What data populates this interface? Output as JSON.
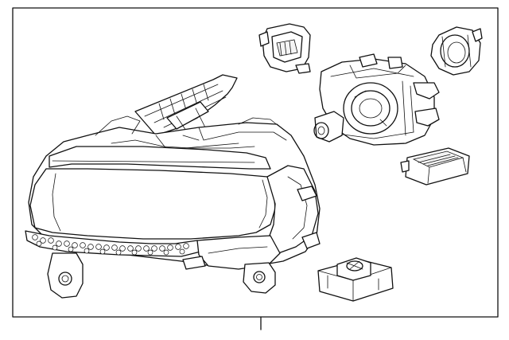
{
  "diagram": {
    "kind": "exploded-parts-illustration",
    "line_color": "#111111",
    "background": "#ffffff",
    "parts": [
      {
        "id": "headlamp-assembly"
      },
      {
        "id": "ballast-socket"
      },
      {
        "id": "projector-module"
      },
      {
        "id": "dust-cap"
      },
      {
        "id": "control-module"
      },
      {
        "id": "led-driver-module"
      }
    ]
  }
}
